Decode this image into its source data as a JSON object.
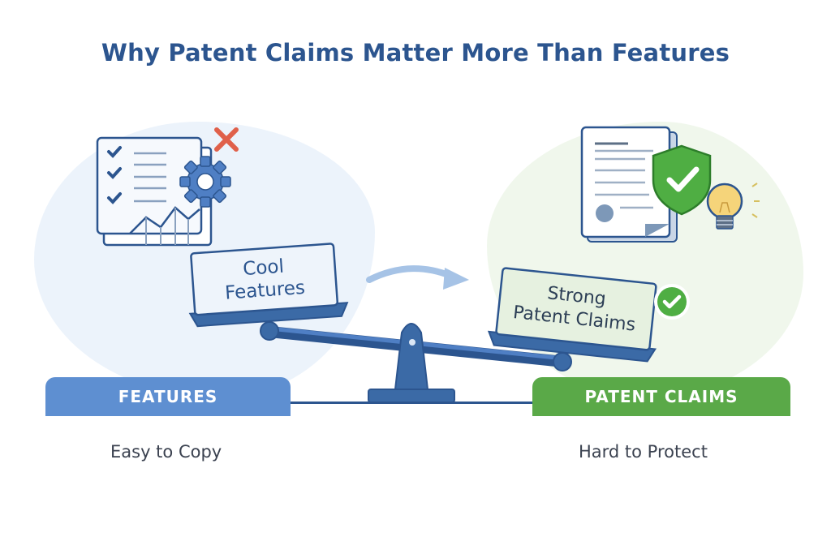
{
  "title": "Why Patent Claims Matter More Than Features",
  "left": {
    "box_line1": "Cool",
    "box_line2": "Features",
    "bar_label": "FEATURES",
    "caption": "Easy to Copy",
    "icons": [
      "checklist-icon",
      "gear-icon",
      "chart-icon",
      "x-mark-icon"
    ]
  },
  "right": {
    "box_line1": "Strong",
    "box_line2": "Patent Claims",
    "bar_label": "PATENT CLAIMS",
    "caption": "Hard to Protect",
    "icons": [
      "document-icon",
      "shield-check-icon",
      "lightbulb-icon",
      "check-circle-icon"
    ]
  },
  "colors": {
    "title": "#2c558f",
    "features": "#5e8fd1",
    "claims": "#5aa948",
    "scale": "#3b6aa6",
    "x_mark": "#e0604a"
  }
}
